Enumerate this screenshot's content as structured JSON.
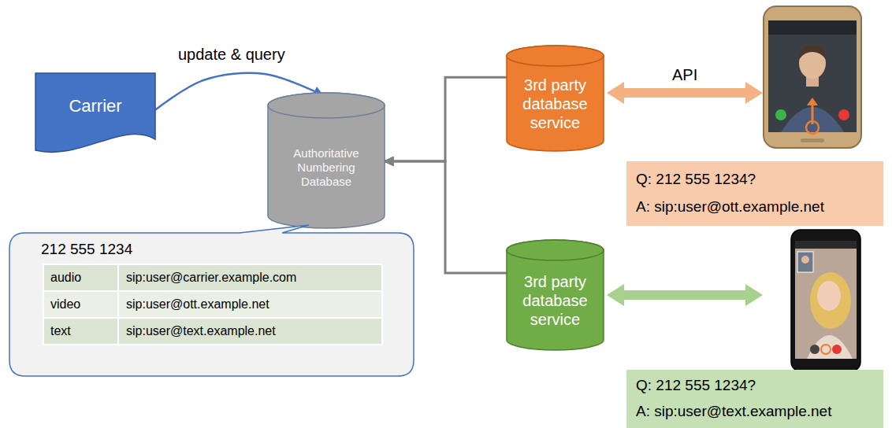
{
  "diagram": {
    "nodes": [
      {
        "text": [
          "Carrier"
        ]
      },
      {
        "text": [
          "Authoritative Numbering Database"
        ]
      },
      {
        "text": [
          "212 555 1234"
        ]
      },
      {
        "text": [
          "3rd party database service"
        ]
      },
      {
        "text": [
          "Q: 212 555 1234?",
          "A: sip:user@ott.example.net"
        ]
      },
      {
        "text": [
          "3rd party database service"
        ]
      },
      {
        "text": [
          "Q: 212 555 1234?",
          "A: sip:user@text.example.net"
        ]
      }
    ],
    "edges": [
      {
        "from": 0,
        "to": 1,
        "label": "update & query",
        "arrow": "to"
      },
      {
        "from": 3,
        "to": 1,
        "arrow": "to"
      },
      {
        "from": 5,
        "to": 1,
        "arrow": "to"
      }
    ],
    "labels": [
      "API",
      "audio",
      "sip:user@carrier.example.com",
      "video",
      "sip:user@ott.example.net",
      "text",
      "sip:user@text.example.net"
    ]
  }
}
